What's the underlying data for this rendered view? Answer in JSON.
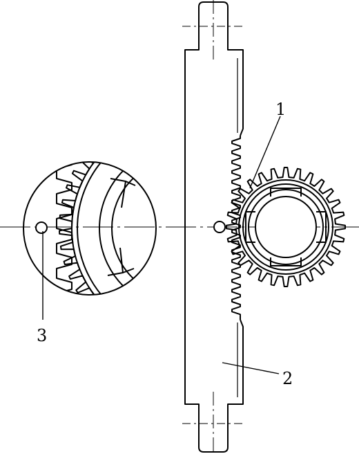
{
  "callouts": {
    "gear": "1",
    "rack": "2",
    "pin": "3"
  },
  "colors": {
    "stroke": "#000000",
    "background": "#ffffff"
  }
}
